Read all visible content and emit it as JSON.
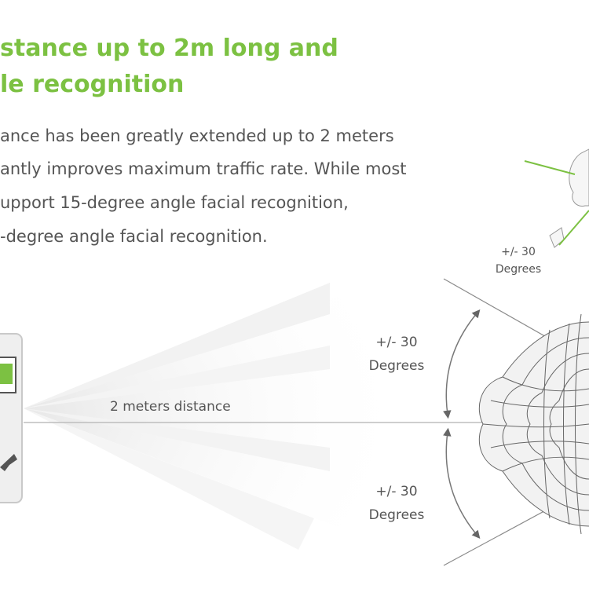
{
  "headline": {
    "line1": "stance up to 2m long and",
    "line2": "le recognition"
  },
  "body": {
    "line1": "ance has been greatly extended up to 2 meters",
    "line2": "antly improves maximum traffic rate. While most",
    "line3": "upport 15-degree angle facial recognition,",
    "line4": "-degree angle facial recognition."
  },
  "labels": {
    "upper_angle": {
      "value": "+/- 30",
      "unit": "Degrees"
    },
    "lower_angle": {
      "value": "+/- 30",
      "unit": "Degrees"
    },
    "side_angle": {
      "value": "+/- 30",
      "unit": "Degrees"
    },
    "distance": "2 meters distance"
  },
  "colors": {
    "accent": "#7cc142",
    "text": "#555555",
    "line": "#aaaaaa"
  }
}
